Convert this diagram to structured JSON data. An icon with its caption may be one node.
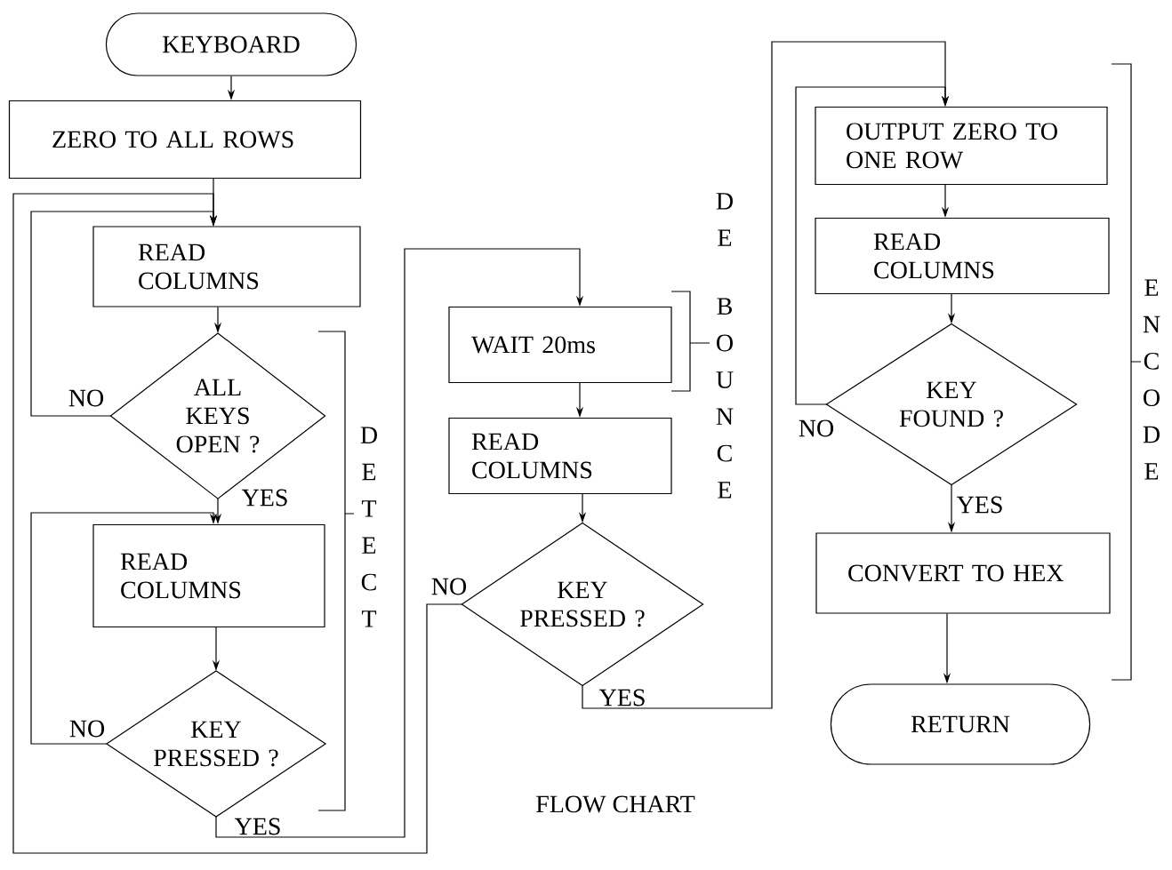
{
  "diagram": {
    "title": "FLOW CHART",
    "nodes": [
      {
        "text": [
          "KEYBOARD"
        ]
      },
      {
        "text": [
          "ZERO TO ALL ROWS"
        ]
      },
      {
        "text": [
          "READ COLUMNS"
        ]
      },
      {
        "text": [
          "ALL KEYS OPEN ?"
        ]
      },
      {
        "text": [
          "READ COLUMNS"
        ]
      },
      {
        "text": [
          "KEY PRESSED ?"
        ]
      },
      {
        "text": [
          "WAIT 20ms"
        ]
      },
      {
        "text": [
          "READ COLUMNS"
        ]
      },
      {
        "text": [
          "KEY PRESSED ?"
        ]
      },
      {
        "text": [
          "OUTPUT ZERO TO ONE ROW"
        ]
      },
      {
        "text": [
          "READ COLUMNS"
        ]
      },
      {
        "text": [
          "KEY FOUND ?"
        ]
      },
      {
        "text": [
          "CONVERT TO HEX"
        ]
      },
      {
        "text": [
          "RETURN"
        ]
      }
    ],
    "edges": [
      {
        "from": 0,
        "to": 1,
        "arrow": "to"
      },
      {
        "from": 1,
        "to": 2,
        "arrow": "to"
      },
      {
        "from": 2,
        "to": 3,
        "arrow": "to"
      },
      {
        "from": 3,
        "to": 2,
        "arrow": "to",
        "label": "NO"
      },
      {
        "from": 3,
        "to": 4,
        "arrow": "to",
        "label": "YES"
      },
      {
        "from": 4,
        "to": 5,
        "arrow": "to"
      },
      {
        "from": 5,
        "to": 4,
        "arrow": "to",
        "label": "NO"
      },
      {
        "from": 5,
        "to": 6,
        "arrow": "to",
        "label": "YES"
      },
      {
        "from": 6,
        "to": 7,
        "arrow": "to"
      },
      {
        "from": 7,
        "to": 8,
        "arrow": "to"
      },
      {
        "from": 8,
        "to": 2,
        "arrow": "to",
        "label": "NO"
      },
      {
        "from": 8,
        "to": 9,
        "arrow": "to",
        "label": "YES"
      },
      {
        "from": 9,
        "to": 10,
        "arrow": "to"
      },
      {
        "from": 10,
        "to": 11,
        "arrow": "to"
      },
      {
        "from": 11,
        "to": 9,
        "arrow": "to",
        "label": "NO"
      },
      {
        "from": 11,
        "to": 12,
        "arrow": "to",
        "label": "YES"
      },
      {
        "from": 12,
        "to": 13,
        "arrow": "to"
      }
    ],
    "labels": [
      "DE",
      "BOUNCE",
      "DETECT",
      "ENCODE"
    ]
  }
}
